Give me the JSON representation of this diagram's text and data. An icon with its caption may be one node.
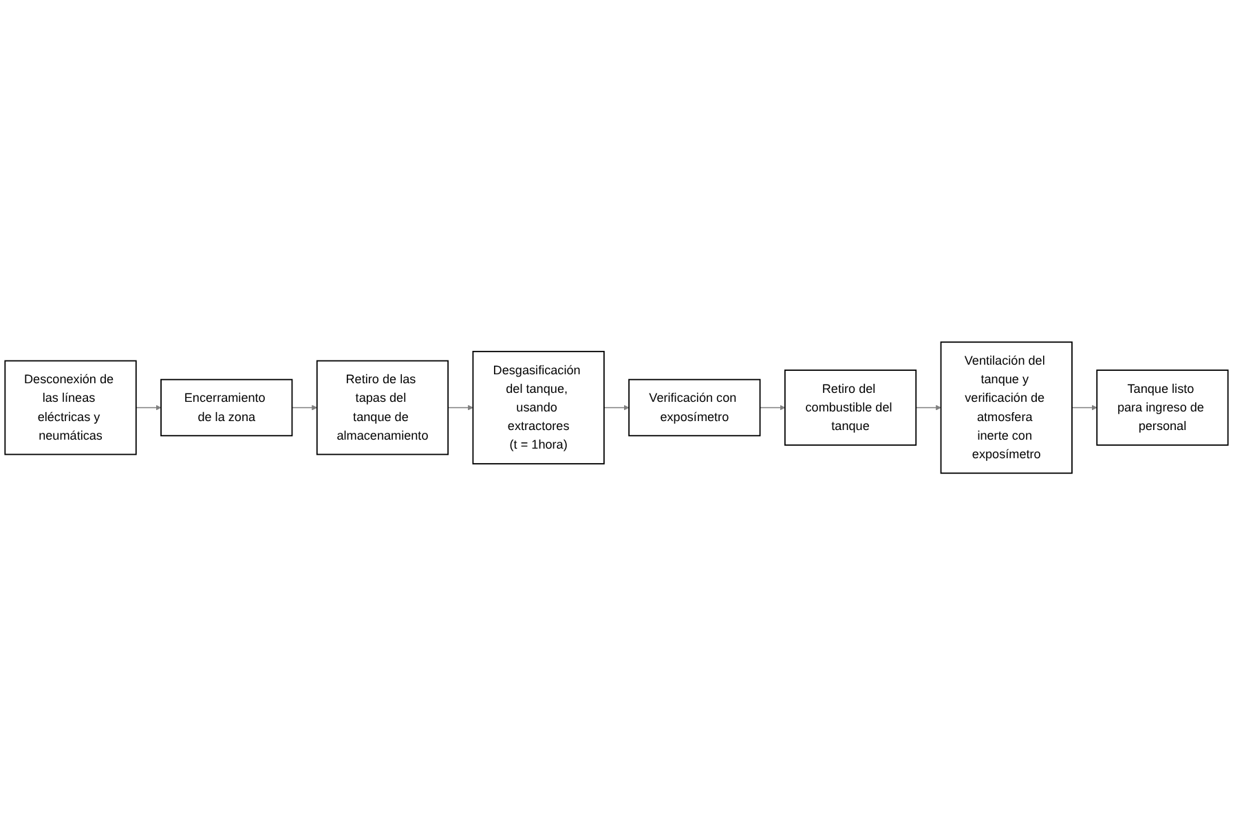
{
  "diagram": {
    "nodes": [
      {
        "text": [
          "Desconexión de las líneas eléctricas y neumáticas"
        ]
      },
      {
        "text": [
          "Encerramiento de la zona"
        ]
      },
      {
        "text": [
          "Retiro de las tapas del tanque de almacenamiento"
        ]
      },
      {
        "text": [
          "Desgasificación del tanque, usando extractores",
          "(t = 1hora)"
        ]
      },
      {
        "text": [
          "Verificación con exposímetro"
        ]
      },
      {
        "text": [
          "Retiro del combustible del tanque"
        ]
      },
      {
        "text": [
          "Ventilación del tanque y verificación de atmosfera inerte con exposímetro"
        ]
      },
      {
        "text": [
          "Tanque listo para ingreso de personal"
        ]
      }
    ],
    "edges": [
      {
        "from": 0,
        "to": 1,
        "arrow": "to"
      },
      {
        "from": 1,
        "to": 2,
        "arrow": "to"
      },
      {
        "from": 2,
        "to": 3,
        "arrow": "to"
      },
      {
        "from": 3,
        "to": 4,
        "arrow": "to"
      },
      {
        "from": 4,
        "to": 5,
        "arrow": "to"
      },
      {
        "from": 5,
        "to": 6,
        "arrow": "to"
      },
      {
        "from": 6,
        "to": 7,
        "arrow": "to"
      }
    ]
  }
}
